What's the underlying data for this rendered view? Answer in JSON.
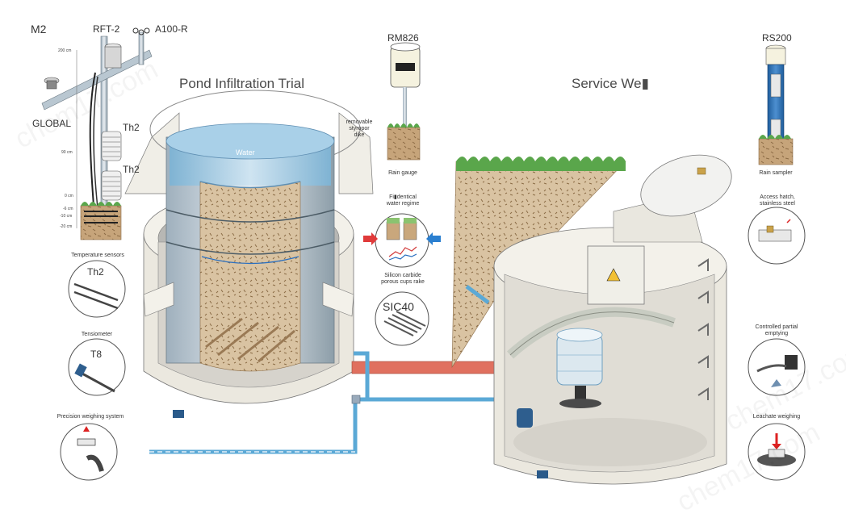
{
  "titles": {
    "pond": "Pond Infiltration Trial",
    "well": "Service We▮"
  },
  "m2": {
    "station": "M2",
    "rft": "RFT-2",
    "anemometer": "A100-R",
    "global": "GLOBAL",
    "th2_upper": "Th2",
    "th2_lower": "Th2",
    "scale": [
      "200 cm",
      "90 cm",
      "0 cm",
      "-6 cm",
      "-10 cm",
      "-20 cm"
    ]
  },
  "pond": {
    "water": "Water",
    "dike": [
      "removable",
      "styropor",
      "dike"
    ]
  },
  "rain_gauge": {
    "model": "RM826",
    "caption": "Rain gauge"
  },
  "water_regime": {
    "caption": [
      "Fi▮dentical",
      "water regime"
    ]
  },
  "sic": {
    "caption": [
      "Silicon carbide",
      "porous cups rake"
    ],
    "model": "SIC40"
  },
  "left_insets": {
    "temp_caption": "Temperature sensors",
    "temp_model": "Th2",
    "tensio_caption": "Tensiometer",
    "tensio_model": "T8",
    "weigh_caption": "Precision weighing system"
  },
  "rs200": {
    "model": "RS200",
    "caption": "Rain sampler"
  },
  "right_insets": {
    "hatch": [
      "Access hatch,",
      "stainless steel"
    ],
    "emptying": [
      "Controlled partial",
      "emptying"
    ],
    "leachate": "Leachate weighing"
  },
  "colors": {
    "pipe_red": "#e0705f",
    "pipe_blue": "#5ba9d6",
    "concrete": "#ebe8df",
    "soil": "#c8a57a",
    "grass": "#5aa64b",
    "water": "#8fc3e0",
    "barrel": "#6e9fc0"
  },
  "watermark": "chem17.com"
}
